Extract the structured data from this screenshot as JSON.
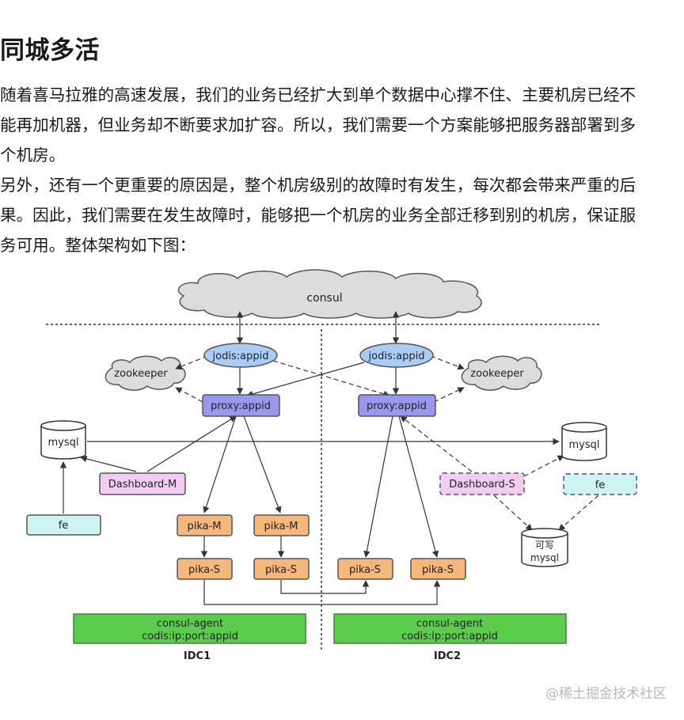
{
  "article": {
    "heading": "同城多活",
    "paragraph1": [
      "随着喜马拉雅的高速发展，我们的业务已经扩大到单个数据中心撑不住、主要机房已经不",
      "能再加机器，但业务却不断要求加扩容。所以，我们需要一个方案能够把服务器部署到多",
      "个机房。"
    ],
    "paragraph2": [
      "另外，还有一个更重要的原因是，整个机房级别的故障时有发生，每次都会带来严重的后",
      "果。因此，我们需要在发生故障时，能够把一个机房的业务全部迁移到别的机房，保证服",
      "务可用。整体架构如下图："
    ]
  },
  "diagram": {
    "consul": "consul",
    "jodis_left": "jodis:appid",
    "jodis_right": "jodis:appid",
    "zookeeper_left": "zookeeper",
    "zookeeper_right": "zookeeper",
    "proxy_left": "proxy:appid",
    "proxy_right": "proxy:appid",
    "mysql_left": "mysql",
    "mysql_right": "mysql",
    "mysql_writable_line1": "可写",
    "mysql_writable_line2": "mysql",
    "dashboard_m": "Dashboard-M",
    "dashboard_s": "Dashboard-S",
    "fe_left": "fe",
    "fe_right": "fe",
    "pika_m_1": "pika-M",
    "pika_m_2": "pika-M",
    "pika_s_1": "pika-S",
    "pika_s_2": "pika-S",
    "pika_s_3": "pika-S",
    "pika_s_4": "pika-S",
    "agent_left_line1": "consul-agent",
    "agent_left_line2": "codis:ip:port:appid",
    "agent_right_line1": "consul-agent",
    "agent_right_line2": "codis:ip:port:appid",
    "idc1": "IDC1",
    "idc2": "IDC2"
  },
  "watermark": "@稀土掘金技术社区",
  "colors": {
    "cloud_fill": "#dcdcdc",
    "jodis_fill": "#a9cdf5",
    "proxy_fill": "#9a98ee",
    "dashboard_fill": "#f3cdf1",
    "fe_fill": "#cdf3f3",
    "pika_fill": "#f5b77a",
    "agent_fill": "#5ccc4c"
  }
}
